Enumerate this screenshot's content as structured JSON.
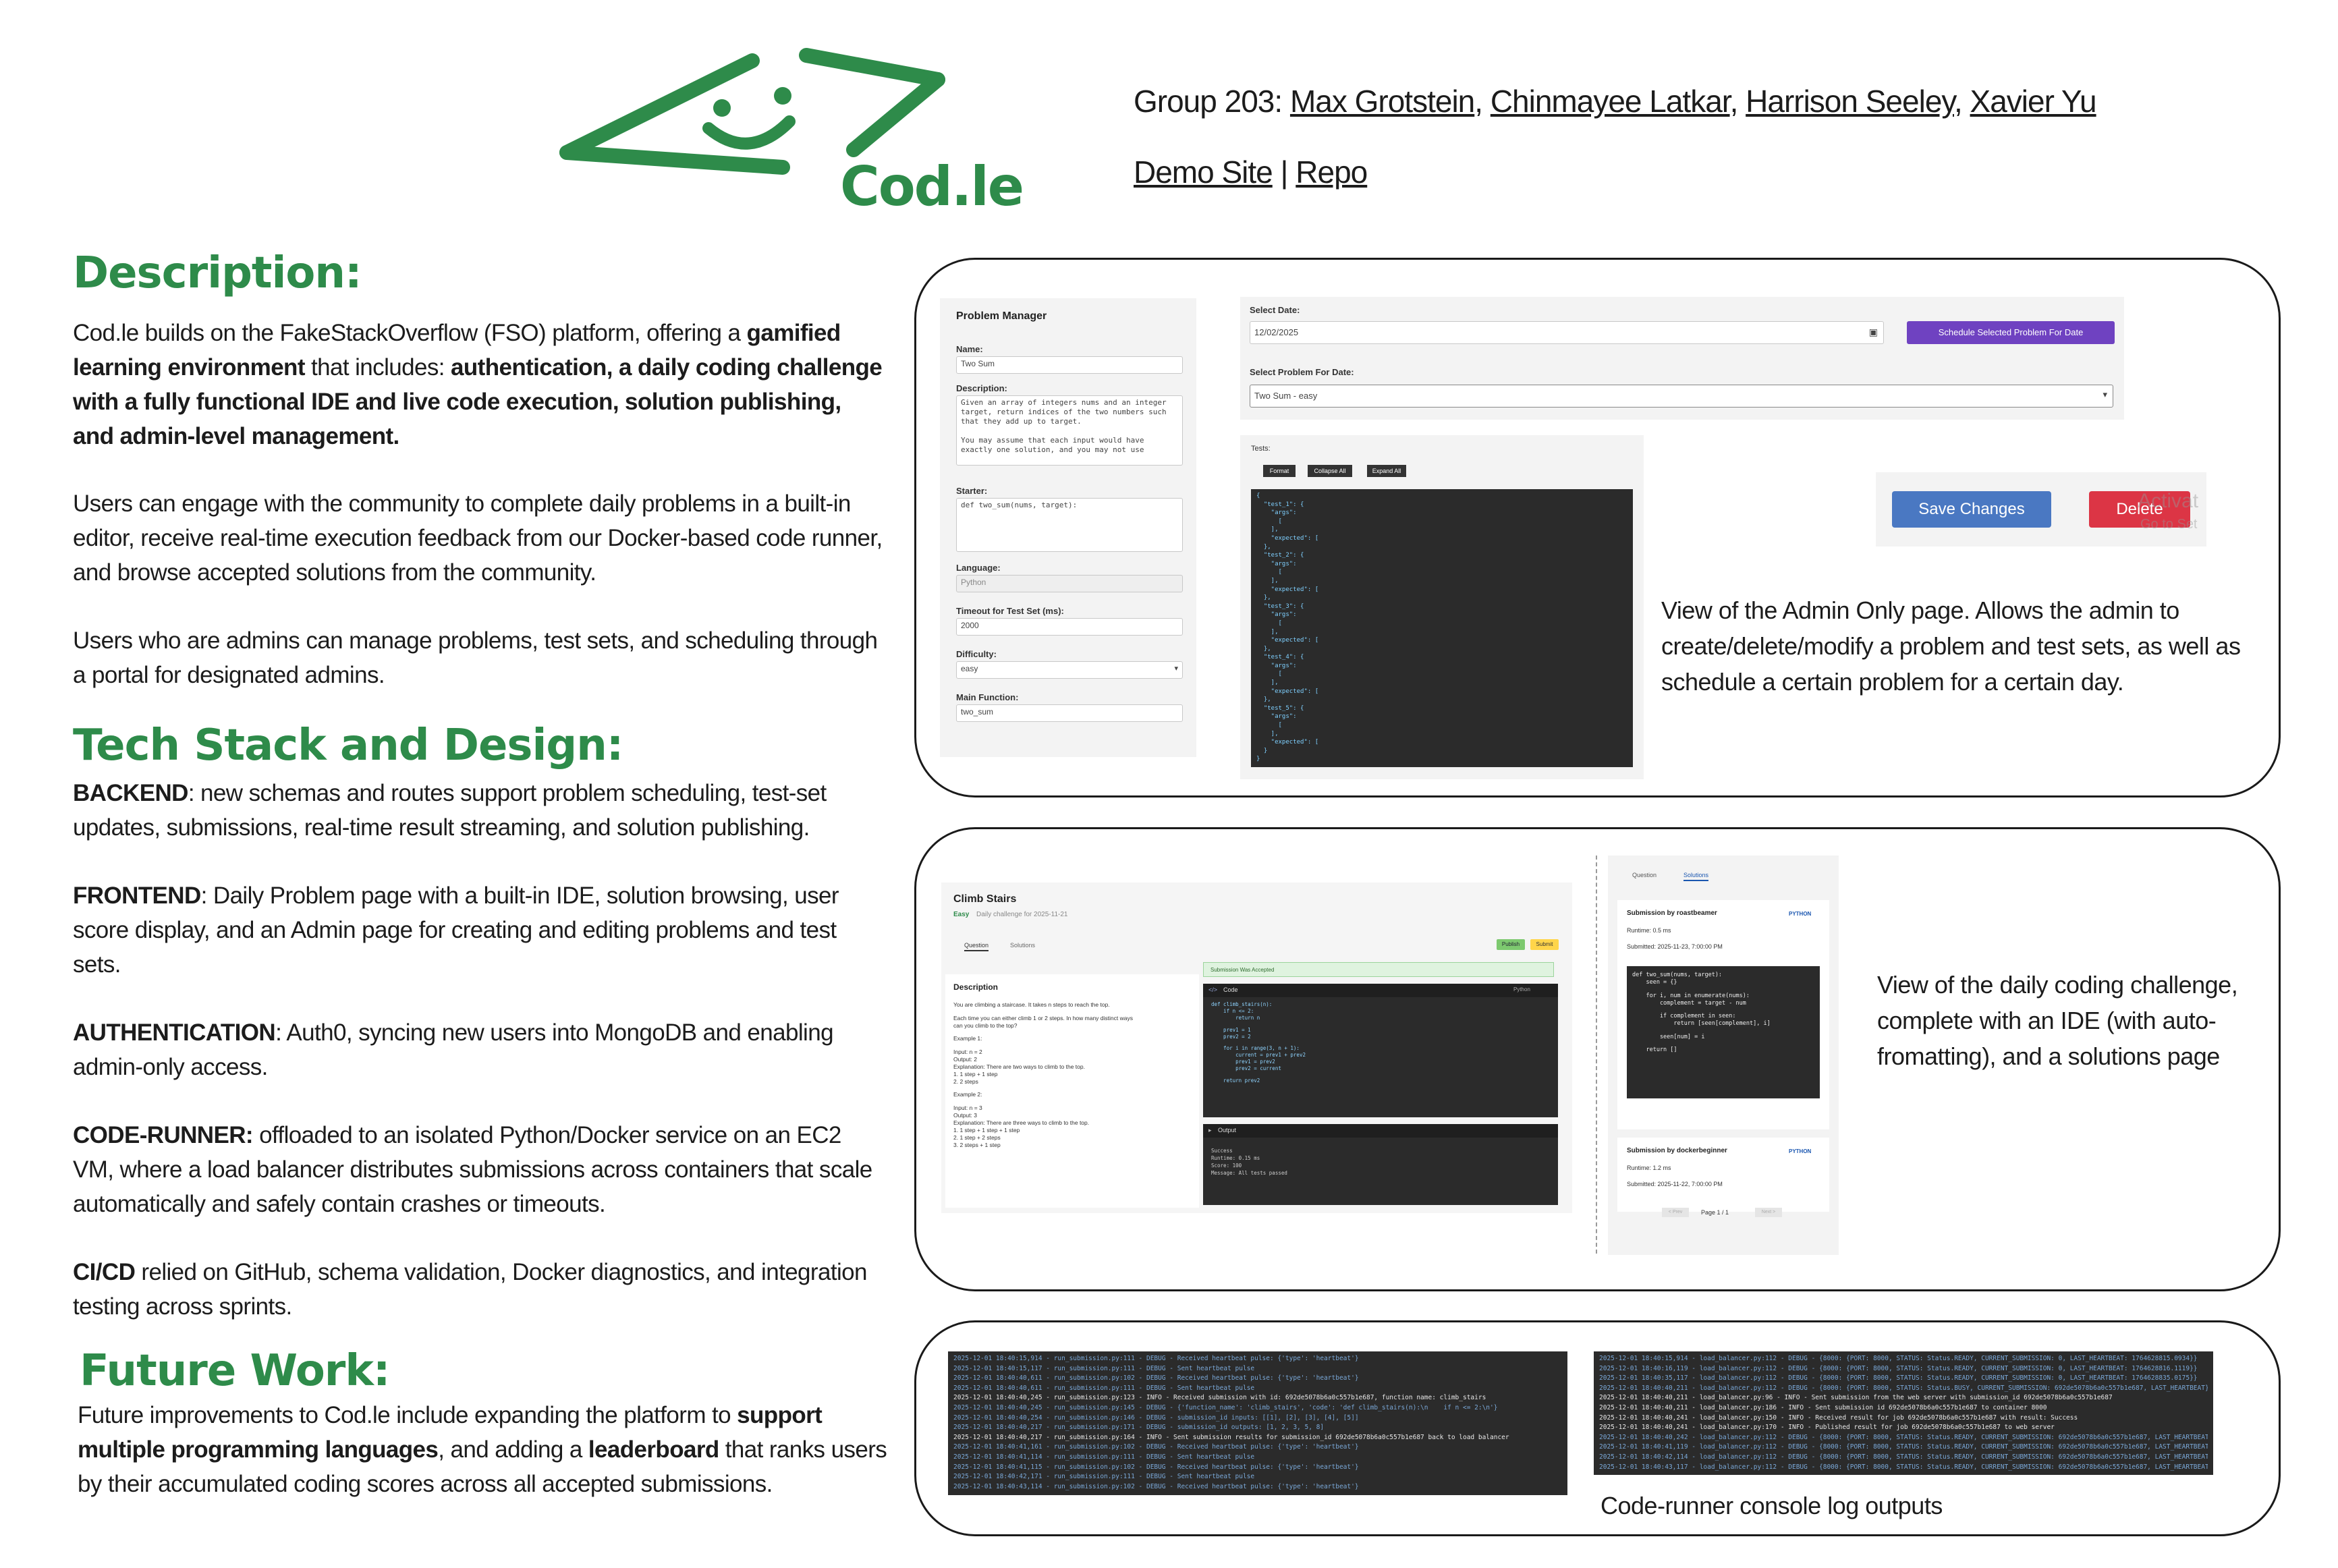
{
  "logo": {
    "name": "Cod.le"
  },
  "header": {
    "group_prefix": "Group 203: ",
    "members": [
      "Max Grotstein",
      "Chinmayee Latkar",
      "Harrison Seeley",
      "Xavier Yu"
    ],
    "links": [
      "Demo Site",
      "Repo"
    ],
    "link_separator": " | "
  },
  "description": {
    "heading": "Description:",
    "p1": {
      "t1": "Cod.le builds on the FakeStackOverflow (FSO) platform, offering a ",
      "b1": "gamified learning environment",
      "t2": " that includes: ",
      "b2": "authentication, a daily coding challenge with a fully functional IDE and live code execution, solution publishing, and admin-level management."
    },
    "p2": "Users can engage with the community to complete daily problems in a built-in editor, receive real-time execution feedback from our Docker-based code runner, and browse accepted solutions from the community.",
    "p3": "Users who are admins can manage problems, test sets, and scheduling through a portal for designated admins."
  },
  "tech": {
    "heading": "Tech Stack and Design:",
    "items": [
      {
        "label": "BACKEND",
        "text": ": new schemas and routes support problem scheduling, test-set updates, submissions, real-time result streaming, and solution publishing."
      },
      {
        "label": "FRONTEND",
        "text": ": Daily Problem page with a built-in IDE, solution browsing, user score display, and an Admin page for creating and editing problems and test sets."
      },
      {
        "label": "AUTHENTICATION",
        "text": ": Auth0, syncing new users into MongoDB and enabling admin-only access."
      },
      {
        "label": "CODE-RUNNER:",
        "text": " offloaded to an isolated Python/Docker service on an EC2 VM, where a load balancer distributes submissions across containers that scale automatically and safely contain crashes or timeouts."
      },
      {
        "label": "CI/CD",
        "text": " relied on GitHub, schema validation, Docker diagnostics, and integration testing across sprints."
      }
    ]
  },
  "future": {
    "heading": "Future Work:",
    "t1": "Future improvements to Cod.le include expanding the platform to ",
    "b1": "support multiple programming languages",
    "t2": ", and adding a ",
    "b2": "leaderboard",
    "t3": " that ranks users by their accumulated coding scores across all accepted submissions."
  },
  "panels": {
    "admin_caption": "View of the Admin Only page. Allows the admin to create/delete/modify a problem and test sets, as well as schedule a certain problem for a certain day.",
    "daily_caption": "View of the daily coding challenge, complete with an IDE (with auto-fromatting), and a solutions page",
    "logs_caption": "Code-runner console log outputs"
  },
  "admin_shot": {
    "title": "Problem Manager",
    "name_label": "Name:",
    "name_value": "Two Sum",
    "desc_label": "Description:",
    "desc_value": "Given an array of integers nums and an integer target, return indices of the two numbers such that they add up to target.\n\nYou may assume that each input would have exactly one solution, and you may not use",
    "starter_label": "Starter:",
    "starter_value": "def two_sum(nums, target):",
    "language_label": "Language:",
    "language_value": "Python",
    "timeout_label": "Timeout for Test Set (ms):",
    "timeout_value": "2000",
    "difficulty_label": "Difficulty:",
    "difficulty_value": "easy",
    "main_label": "Main Function:",
    "main_value": "two_sum",
    "select_date_label": "Select Date:",
    "select_date_value": "12/02/2025",
    "schedule_button": "Schedule Selected Problem For Date",
    "select_problem_label": "Select Problem For Date:",
    "select_problem_value": "Two Sum - easy",
    "tests_label": "Tests:",
    "format_button": "Format",
    "collapse_button": "Collapse All",
    "expand_button": "Expand All",
    "save_button": "Save Changes",
    "delete_button": "Delete",
    "faded_text": "Activat",
    "faded_text2": "Go to Set",
    "json_lines": [
      "{",
      "  \"test_1\": {",
      "    \"args\":",
      "      [",
      "    ],",
      "    \"expected\": [",
      "  },",
      "  \"test_2\": {",
      "    \"args\":",
      "      [",
      "    ],",
      "    \"expected\": [",
      "  },",
      "  \"test_3\": {",
      "    \"args\":",
      "      [",
      "    ],",
      "    \"expected\": [",
      "  },",
      "  \"test_4\": {",
      "    \"args\":",
      "      [",
      "    ],",
      "    \"expected\": [",
      "  },",
      "  \"test_5\": {",
      "    \"args\":",
      "      [",
      "    ],",
      "    \"expected\": [",
      "  }",
      "}"
    ]
  },
  "daily_shot": {
    "problem_title": "Climb Stairs",
    "difficulty": "Easy",
    "subtitle": "Daily challenge for 2025-11-21",
    "tab_question": "Question",
    "tab_solutions": "Solutions",
    "publish_button": "Publish",
    "submit_button": "Submit",
    "accepted_banner": "Submission Was Accepted",
    "desc_heading": "Description",
    "desc_lines": [
      "You are climbing a staircase. It takes n steps to reach the top.",
      "",
      "Each time you can either climb 1 or 2 steps. In how many distinct ways",
      "can you climb to the top?",
      "",
      "Example 1:",
      "",
      "Input: n = 2",
      "Output: 2",
      "Explanation: There are two ways to climb to the top.",
      "1. 1 step + 1 step",
      "2. 2 steps",
      "",
      "Example 2:",
      "",
      "Input: n = 3",
      "Output: 3",
      "Explanation: There are three ways to climb to the top.",
      "1. 1 step + 1 step + 1 step",
      "2. 1 step + 2 steps",
      "3. 2 steps + 1 step"
    ],
    "code_label": "Code",
    "code_lang": "Python",
    "code_lines": [
      "def climb_stairs(n):",
      "    if n <= 2:",
      "        return n",
      "",
      "    prev1 = 1",
      "    prev2 = 2",
      "",
      "    for i in range(3, n + 1):",
      "        current = prev1 + prev2",
      "        prev1 = prev2",
      "        prev2 = current",
      "",
      "    return prev2"
    ],
    "output_label": "Output",
    "output_lines": [
      "Success",
      "Runtime: 0.15 ms",
      "Score: 100",
      "Message: All tests passed"
    ],
    "sol_tab_question": "Question",
    "sol_tab_solutions": "Solutions",
    "sol1_title": "Submission by roastbeamer",
    "sol1_lang": "PYTHON",
    "sol1_runtime": "Runtime: 0.5 ms",
    "sol1_submitted": "Submitted: 2025-11-23, 7:00:00 PM",
    "sol1_code": [
      "def two_sum(nums, target):",
      "    seen = {}",
      "",
      "    for i, num in enumerate(nums):",
      "        complement = target - num",
      "",
      "        if complement in seen:",
      "            return [seen[complement], i]",
      "",
      "        seen[num] = i",
      "",
      "    return []"
    ],
    "sol2_title": "Submission by dockerbeginner",
    "sol2_lang": "PYTHON",
    "sol2_runtime": "Runtime: 1.2 ms",
    "sol2_submitted": "Submitted: 2025-11-22, 7:00:00 PM",
    "prev_button": "< Prev",
    "page_label": "Page 1 / 1",
    "next_button": "Next >"
  },
  "logs_left": [
    "2025-12-01 18:40:15,914 - run_submission.py:111 - DEBUG - Received heartbeat pulse: {'type': 'heartbeat'}",
    "2025-12-01 18:40:15,117 - run_submission.py:111 - DEBUG - Sent heartbeat pulse",
    "2025-12-01 18:40:40,611 - run_submission.py:102 - DEBUG - Received heartbeat pulse: {'type': 'heartbeat'}",
    "2025-12-01 18:40:40,611 - run_submission.py:111 - DEBUG - Sent heartbeat pulse",
    "2025-12-01 18:40:40,245 - run_submission.py:123 - INFO - Received submission with id: 692de5078b6a0c557b1e687, function name: climb_stairs",
    "2025-12-01 18:40:40,245 - run_submission.py:145 - DEBUG - {'function_name': 'climb_stairs', 'code': 'def climb_stairs(n):\\n    if n <= 2:\\n'}",
    "2025-12-01 18:40:40,254 - run_submission.py:146 - DEBUG - submission_id inputs: [[1], [2], [3], [4], [5]]",
    "2025-12-01 18:40:40,217 - run_submission.py:171 - DEBUG - submission_id outputs: [1, 2, 3, 5, 8]",
    "2025-12-01 18:40:40,217 - run_submission.py:164 - INFO - Sent submission results for submission_id 692de5078b6a0c557b1e687 back to load balancer",
    "2025-12-01 18:40:41,161 - run_submission.py:102 - DEBUG - Received heartbeat pulse: {'type': 'heartbeat'}",
    "2025-12-01 18:40:41,114 - run_submission.py:111 - DEBUG - Sent heartbeat pulse",
    "2025-12-01 18:40:41,115 - run_submission.py:102 - DEBUG - Received heartbeat pulse: {'type': 'heartbeat'}",
    "2025-12-01 18:40:42,171 - run_submission.py:111 - DEBUG - Sent heartbeat pulse",
    "2025-12-01 18:40:43,114 - run_submission.py:102 - DEBUG - Received heartbeat pulse: {'type': 'heartbeat'}"
  ],
  "logs_right": [
    "2025-12-01 18:40:15,914 - load_balancer.py:112 - DEBUG - {8000: {PORT: 8000, STATUS: Status.READY, CURRENT_SUBMISSION: 0, LAST_HEARTBEAT: 1764628815.0934}}",
    "2025-12-01 18:40:16,119 - load_balancer.py:112 - DEBUG - {8000: {PORT: 8000, STATUS: Status.READY, CURRENT_SUBMISSION: 0, LAST_HEARTBEAT: 1764628816.1119}}",
    "2025-12-01 18:40:35,117 - load_balancer.py:112 - DEBUG - {8000: {PORT: 8000, STATUS: Status.READY, CURRENT_SUBMISSION: 0, LAST_HEARTBEAT: 1764628835.0175}}",
    "2025-12-01 18:40:40,211 - load_balancer.py:112 - DEBUG - {8000: {PORT: 8000, STATUS: Status.BUSY, CURRENT_SUBMISSION: 692de5078b6a0c557b1e687, LAST_HEARTBEAT}}",
    "2025-12-01 18:40:40,211 - load_balancer.py:96 - INFO - Sent submission from the web server with submission_id 692de5078b6a0c557b1e687",
    "2025-12-01 18:40:40,211 - load_balancer.py:186 - INFO - Sent submission id 692de5078b6a0c557b1e687 to container 8000",
    "2025-12-01 18:40:40,241 - load_balancer.py:150 - INFO - Received result for job 692de5078b6a0c557b1e687 with result: Success",
    "2025-12-01 18:40:40,241 - load_balancer.py:170 - INFO - Published result for job 692de5078b6a0c557b1e687 to web server",
    "2025-12-01 18:40:40,242 - load_balancer.py:112 - DEBUG - {8000: {PORT: 8000, STATUS: Status.READY, CURRENT_SUBMISSION: 692de5078b6a0c557b1e687, LAST_HEARTBEAT}}",
    "2025-12-01 18:40:41,119 - load_balancer.py:112 - DEBUG - {8000: {PORT: 8000, STATUS: Status.READY, CURRENT_SUBMISSION: 692de5078b6a0c557b1e687, LAST_HEARTBEAT}}",
    "2025-12-01 18:40:42,114 - load_balancer.py:112 - DEBUG - {8000: {PORT: 8000, STATUS: Status.READY, CURRENT_SUBMISSION: 692de5078b6a0c557b1e687, LAST_HEARTBEAT}}",
    "2025-12-01 18:40:43,117 - load_balancer.py:112 - DEBUG - {8000: {PORT: 8000, STATUS: Status.READY, CURRENT_SUBMISSION: 692de5078b6a0c557b1e687, LAST_HEARTBEAT}}"
  ],
  "colors": {
    "brand_green": "#2e8b4a",
    "schedule_purple": "#6f42c1",
    "save_blue": "#4a78c2",
    "delete_red": "#dc3545",
    "console_bg": "#2b2b2b"
  }
}
